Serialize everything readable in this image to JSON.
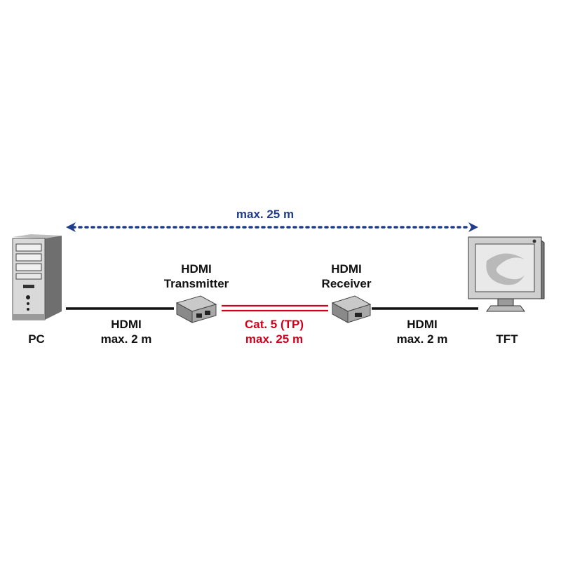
{
  "distance_total": "max. 25 m",
  "pc": {
    "label": "PC"
  },
  "tft": {
    "label": "TFT"
  },
  "transmitter": {
    "line1": "HDMI",
    "line2": "Transmitter"
  },
  "receiver": {
    "line1": "HDMI",
    "receiver_line2": "Receiver",
    "line2": "Receiver"
  },
  "link_left": {
    "line1": "HDMI",
    "line2": "max. 2 m"
  },
  "link_mid": {
    "line1": "Cat. 5 (TP)",
    "line2": "max. 25 m"
  },
  "link_right": {
    "line1": "HDMI",
    "line2": "max. 2 m"
  },
  "colors": {
    "dotted_arrow": "#1f3d8a",
    "cat5": "#d0021b",
    "hdmi_cable": "#111111"
  }
}
